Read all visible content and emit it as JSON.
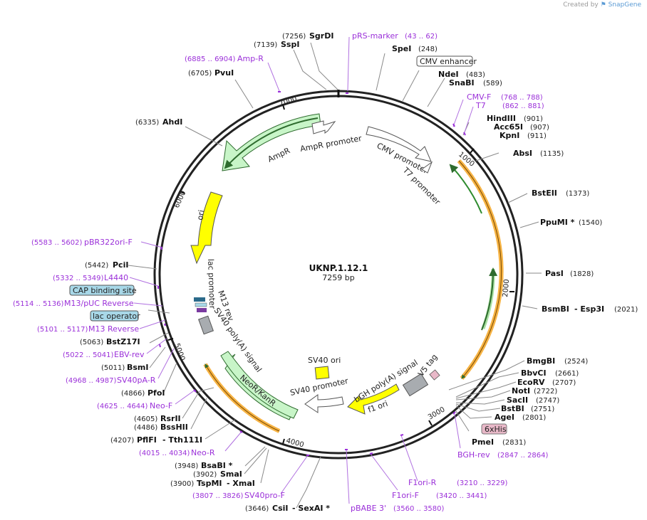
{
  "header": {
    "created_by": "Created by",
    "brand": "SnapGene"
  },
  "plasmid": {
    "name": "UKNP.1.12.1",
    "length_label": "7259 bp"
  },
  "ruler": {
    "t1000": "1000",
    "t2000": "2000",
    "t3000": "3000",
    "t4000": "4000",
    "t5000": "5000",
    "t6000": "6000",
    "t7000": "7000"
  },
  "features": {
    "cmv_enhancer": "CMV enhancer",
    "cmv_promoter": "CMV promoter",
    "t7_promoter": "T7 promoter",
    "ampr": "AmpR",
    "ampr_promoter": "AmpR promoter",
    "ori": "ori",
    "lac_promoter": "lac promoter",
    "m13_rev": "M13 rev",
    "sv40_polya": "SV40 poly(A) signal",
    "neo_kan": "NeoR/KanR",
    "sv40_promoter": "SV40 promoter",
    "sv40_ori": "SV40 ori",
    "f1_ori": "f1 ori",
    "bgh_polya": "bGH poly(A) signal",
    "v5_tag": "V5 tag",
    "cap_site": "CAP binding site",
    "lac_operator": "lac operator",
    "six_his": "6xHis"
  },
  "sites": {
    "sgrdi": {
      "name": "SgrDI",
      "pos": "(7256)"
    },
    "sspi": {
      "name": "SspI",
      "pos": "(7139)"
    },
    "pvui": {
      "name": "PvuI",
      "pos": "(6705)"
    },
    "ahdi": {
      "name": "AhdI",
      "pos": "(6335)"
    },
    "pcii": {
      "name": "PciI",
      "pos": "(5442)"
    },
    "bstz17i": {
      "name": "BstZ17I",
      "pos": "(5063)"
    },
    "bsmi": {
      "name": "BsmI",
      "pos": "(5011)"
    },
    "pfoi": {
      "name": "PfoI",
      "pos": "(4866)"
    },
    "rsrii": {
      "name": "RsrII",
      "pos": "(4605)"
    },
    "bsshii": {
      "name": "BssHII",
      "pos": "(4486)"
    },
    "pflfi": {
      "name": "PflFI",
      "name2": "- Tth111I",
      "pos": "(4207)"
    },
    "bsabi": {
      "name": "BsaBI *",
      "pos": "(3948)"
    },
    "smai": {
      "name": "SmaI",
      "pos": "(3902)"
    },
    "tspmi": {
      "name": "TspMI",
      "name2": "- XmaI",
      "pos": "(3900)"
    },
    "csii": {
      "name": "CsiI",
      "name2": "- SexAI *",
      "pos": "(3646)"
    },
    "spei": {
      "name": "SpeI",
      "pos": "(248)"
    },
    "ndei": {
      "name": "NdeI",
      "pos": "(483)"
    },
    "snabi": {
      "name": "SnaBI",
      "pos": "(589)"
    },
    "hindiii": {
      "name": "HindIII",
      "pos": "(901)"
    },
    "acc65i": {
      "name": "Acc65I",
      "pos": "(907)"
    },
    "kpni": {
      "name": "KpnI",
      "pos": "(911)"
    },
    "absi": {
      "name": "AbsI",
      "pos": "(1135)"
    },
    "bsteii": {
      "name": "BstEII",
      "pos": "(1373)"
    },
    "ppumi": {
      "name": "PpuMI *",
      "pos": "(1540)"
    },
    "pasi": {
      "name": "PasI",
      "pos": "(1828)"
    },
    "bsmbi": {
      "name": "BsmBI",
      "name2": "- Esp3I",
      "pos": "(2021)"
    },
    "bmgbi": {
      "name": "BmgBI",
      "pos": "(2524)"
    },
    "bbvci": {
      "name": "BbvCI",
      "pos": "(2661)"
    },
    "ecorv": {
      "name": "EcoRV",
      "pos": "(2707)"
    },
    "notI": {
      "name": "NotI",
      "pos": "(2722)"
    },
    "sacii": {
      "name": "SacII",
      "pos": "(2747)"
    },
    "bstbi": {
      "name": "BstBI",
      "pos": "(2751)"
    },
    "agei": {
      "name": "AgeI",
      "pos": "(2801)"
    },
    "pmei": {
      "name": "PmeI",
      "pos": "(2831)"
    }
  },
  "primers": {
    "prs_marker": {
      "name": "pRS-marker",
      "pos": "(43 .. 62)"
    },
    "amp_r": {
      "name": "Amp-R",
      "pos": "(6885 .. 6904)"
    },
    "pbr322ori_f": {
      "name": "pBR322ori-F",
      "pos": "(5583 .. 5602)"
    },
    "l4440": {
      "name": "L4440",
      "pos": "(5332 .. 5349)"
    },
    "m13_puc_rev": {
      "name": "M13/pUC Reverse",
      "pos": "(5114 .. 5136)"
    },
    "m13_reverse": {
      "name": "M13 Reverse",
      "pos": "(5101 .. 5117)"
    },
    "ebv_rev": {
      "name": "EBV-rev",
      "pos": "(5022 .. 5041)"
    },
    "sv40pa_r": {
      "name": "SV40pA-R",
      "pos": "(4968 .. 4987)"
    },
    "neo_f": {
      "name": "Neo-F",
      "pos": "(4625 .. 4644)"
    },
    "neo_r": {
      "name": "Neo-R",
      "pos": "(4015 .. 4034)"
    },
    "sv40pro_f": {
      "name": "SV40pro-F",
      "pos": "(3807 .. 3826)"
    },
    "pbabe3": {
      "name": "pBABE 3'",
      "pos": "(3560 .. 3580)"
    },
    "f1ori_f": {
      "name": "F1ori-F",
      "pos": "(3420 .. 3441)"
    },
    "f1ori_r": {
      "name": "F1ori-R",
      "pos": "(3210 .. 3229)"
    },
    "bgh_rev": {
      "name": "BGH-rev",
      "pos": "(2847 .. 2864)"
    },
    "cmv_f": {
      "name": "CMV-F",
      "pos": "(768 .. 788)"
    },
    "t7": {
      "name": "T7",
      "pos": "(862 .. 881)"
    }
  },
  "colors": {
    "backbone": "#222222",
    "site_label": "#111111",
    "primer": "#9b30d9",
    "leader": "#8a8a8a",
    "ampr_fill": "#c8f5c8",
    "ori_fill": "#ffff00",
    "orange_arc": "#f5a623",
    "green_arc": "#2e8b2e",
    "gray_box": "#a8acb0",
    "cap_fill": "#a8d8e8",
    "his_fill": "#e8b8c8"
  }
}
